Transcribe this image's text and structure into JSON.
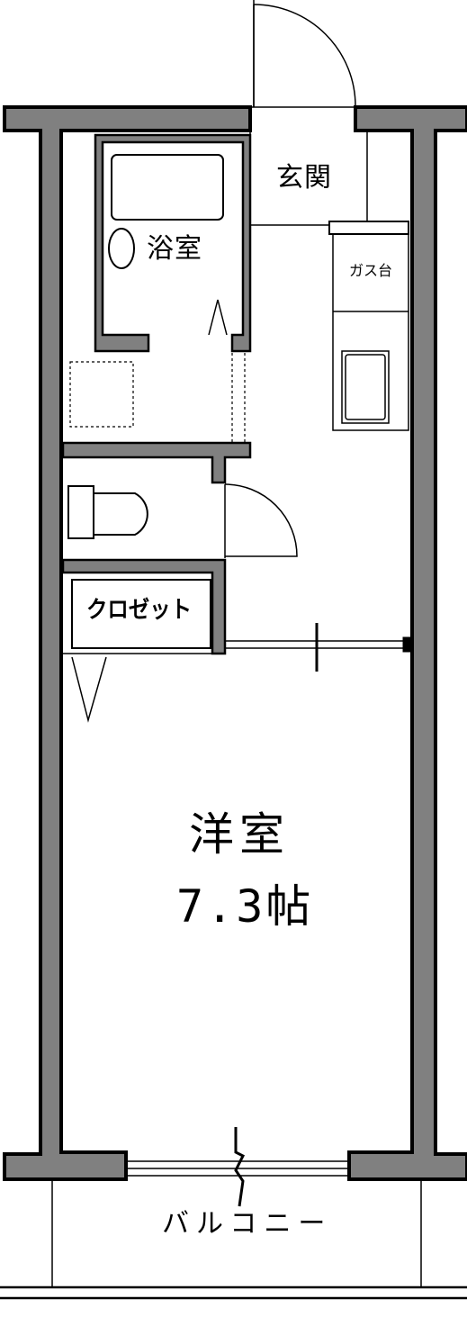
{
  "labels": {
    "entrance": "玄関",
    "bathroom": "浴室",
    "gas_stand": "ガス台",
    "closet": "クロゼット",
    "room": "洋室",
    "room_size": "7.3帖",
    "balcony": "バルコニー"
  },
  "colors": {
    "wall_fill": "#808080",
    "wall_outline": "#000000",
    "line": "#000000",
    "background": "#ffffff"
  }
}
